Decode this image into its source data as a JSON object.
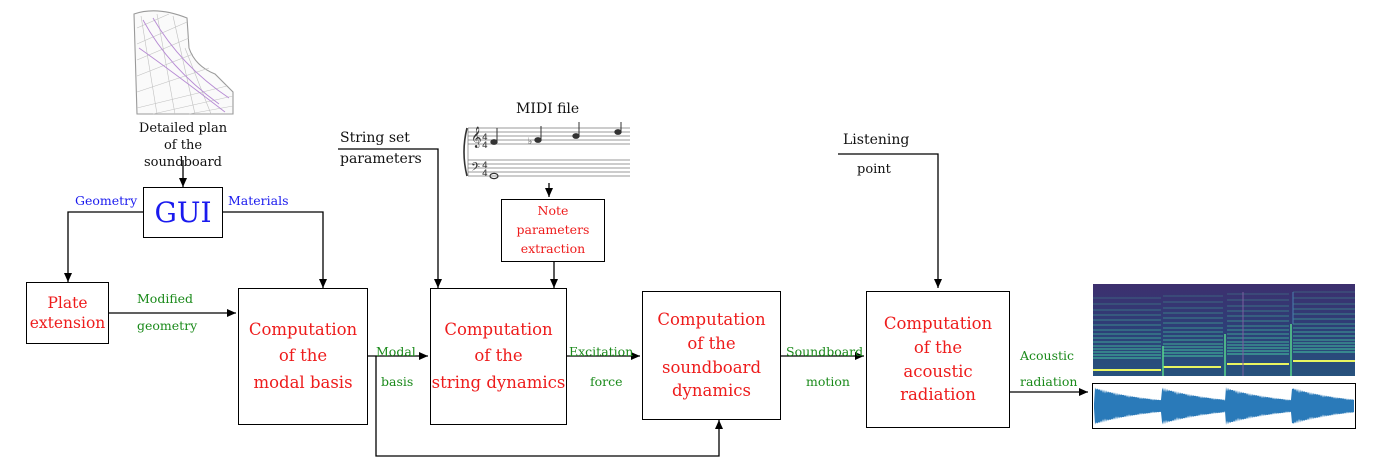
{
  "colors": {
    "block_text": "#ee1c1c",
    "signal_label": "#1a8a1a",
    "gui_label": "#1a1aee",
    "line": "#000000",
    "waveform": "#2a7ab9",
    "spectrogram_bg": "#3b1a5c",
    "spectrogram_lines": "#2ec27e"
  },
  "top_inputs": {
    "soundboard_plan": "Detailed plan\nof the soundboard",
    "midi_file": "MIDI file",
    "string_set": "String set\nparameters",
    "listening_point_a": "Listening",
    "listening_point_b": "point"
  },
  "blocks": {
    "gui": "GUI",
    "plate_extension": "Plate\nextension",
    "note_extraction": "Note\nparameters\nextraction",
    "modal_basis": "Computation\nof the\nmodal basis",
    "string_dynamics": "Computation\nof the\nstring dynamics",
    "soundboard_dynamics": "Computation\nof the\nsoundboard\ndynamics",
    "acoustic_radiation": "Computation\nof the\nacoustic\nradiation"
  },
  "signals": {
    "geometry": "Geometry",
    "materials": "Materials",
    "modified_a": "Modified",
    "modified_b": "geometry",
    "modal_a": "Modal",
    "modal_b": "basis",
    "excitation_a": "Excitation",
    "excitation_b": "force",
    "soundboard_a": "Soundboard",
    "soundboard_b": "motion",
    "acoustic_a": "Acoustic",
    "acoustic_b": "radiation"
  },
  "icons": {
    "soundboard_plan": "piano-soundboard-sketch-icon",
    "midi_score": "music-score-icon",
    "spectrogram": "spectrogram-image",
    "waveform": "waveform-image"
  }
}
